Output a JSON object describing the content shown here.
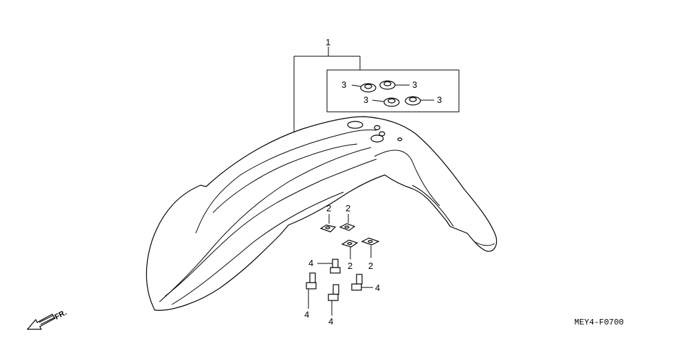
{
  "diagram": {
    "code": "MEY4-F0700",
    "direction_label": "FR.",
    "callouts": {
      "fender_assembly": "1",
      "washer_a": "2",
      "washer_b": "2",
      "washer_c": "2",
      "washer_d": "2",
      "grommet_a": "3",
      "grommet_b": "3",
      "grommet_c": "3",
      "grommet_d": "3",
      "bolt_a": "4",
      "bolt_b": "4",
      "bolt_c": "4",
      "bolt_d": "4"
    }
  }
}
